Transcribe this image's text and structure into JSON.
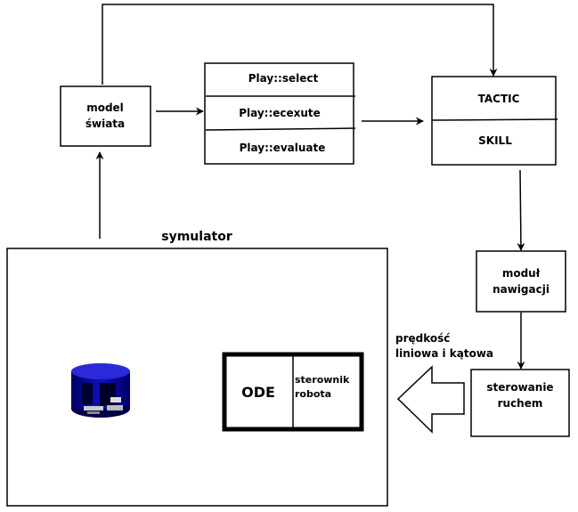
{
  "model": {
    "line1": "model",
    "line2": "świata"
  },
  "play": {
    "select": "Play::select",
    "execute": "Play::ecexute",
    "evaluate": "Play::evaluate"
  },
  "tactic": {
    "tactic": "TACTIC",
    "skill": "SKILL"
  },
  "nav": {
    "line1": "moduł",
    "line2": "nawigacji"
  },
  "motion": {
    "line1": "sterowanie",
    "line2": "ruchem"
  },
  "speed": {
    "line1": "prędkość",
    "line2": "liniowa i kątowa"
  },
  "simulator": {
    "title": "symulator",
    "ode": "ODE",
    "controller_line1": "sterownik",
    "controller_line2": "robota"
  },
  "colors": {
    "robot_body": "#0a0a9a",
    "robot_dark": "#000055",
    "stroke": "#000000"
  }
}
